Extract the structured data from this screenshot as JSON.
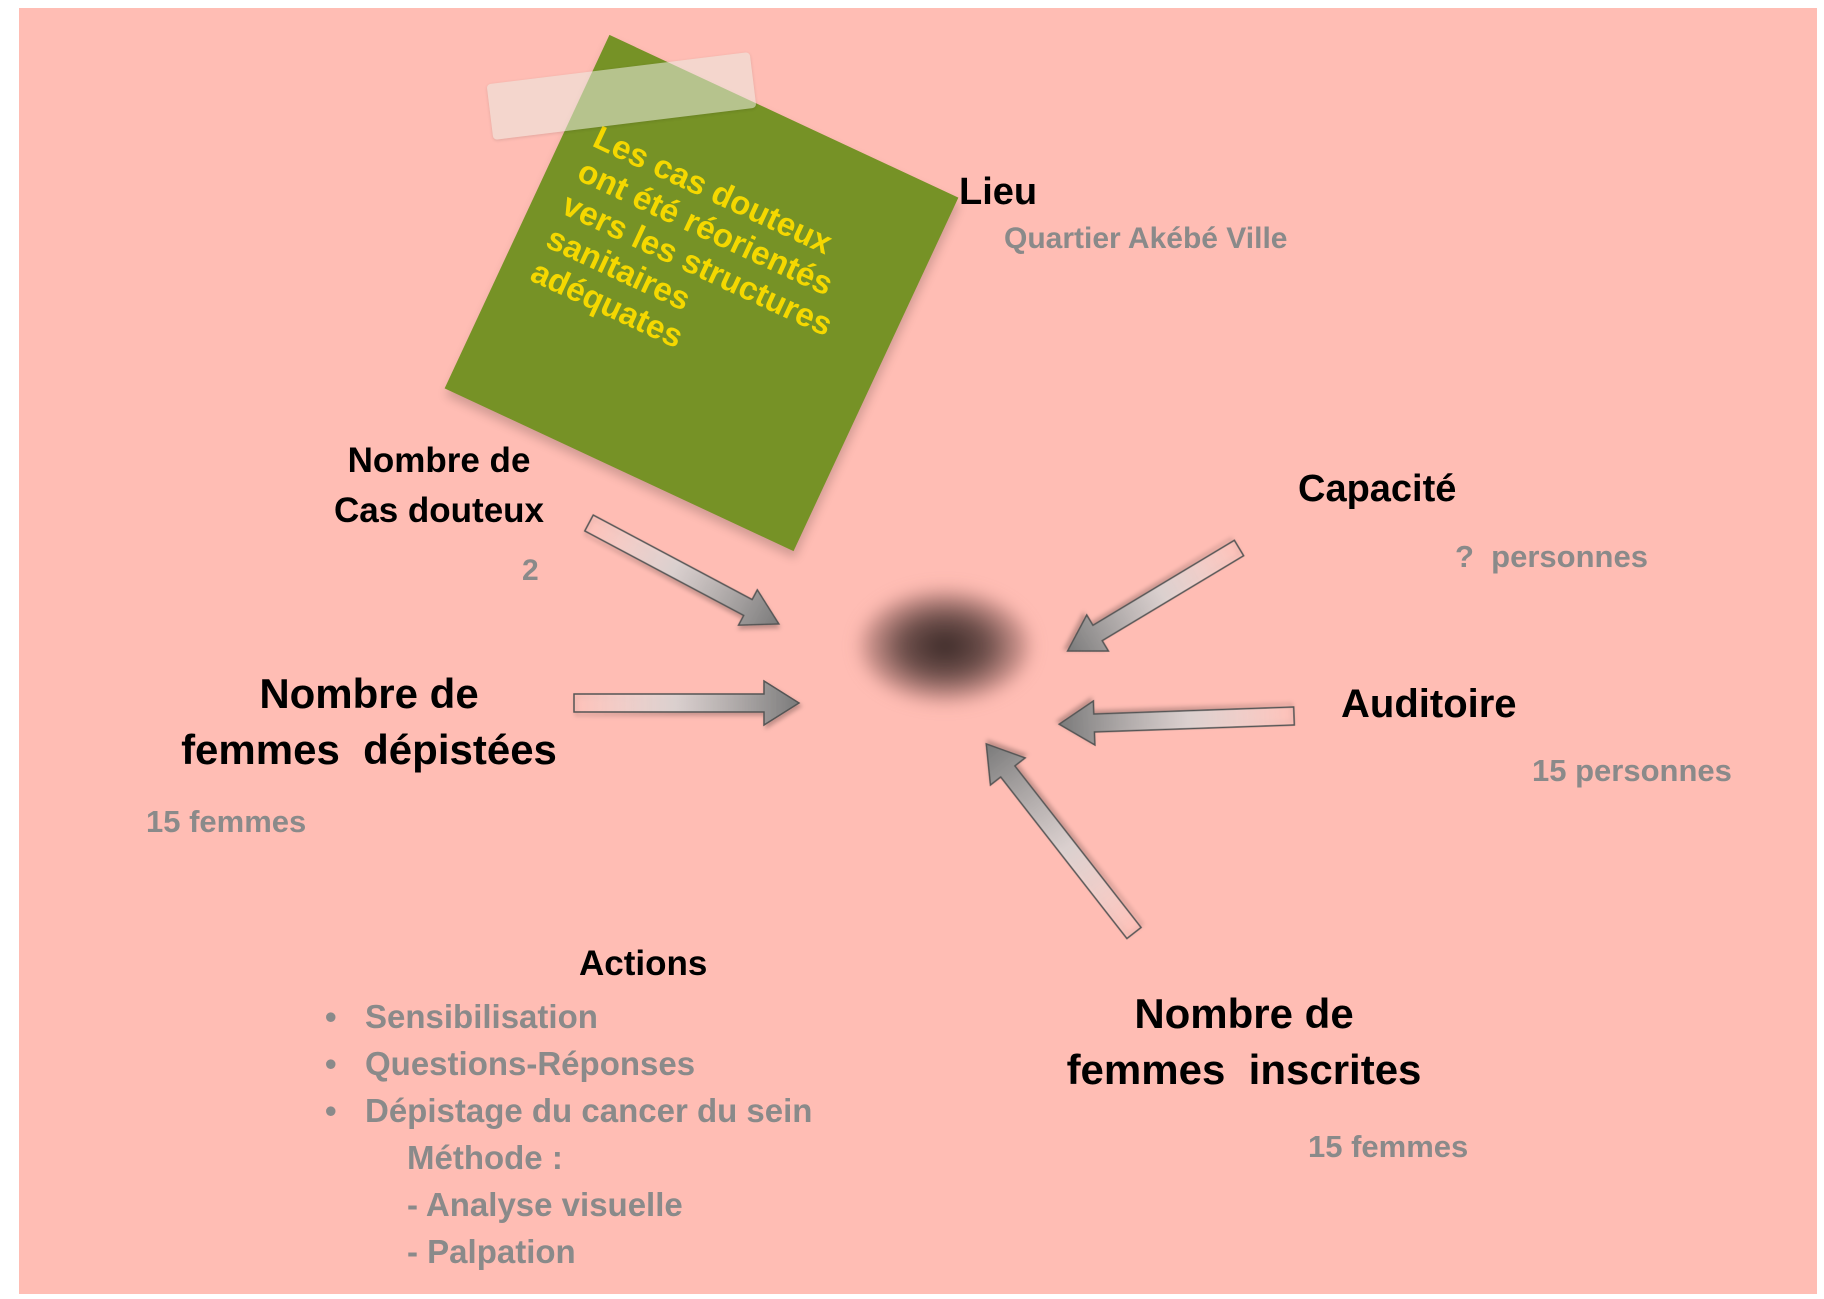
{
  "sticky_note": {
    "text": "Les cas douteux\nont été réorientés\nvers les structures\nsanitaires\nadéquates"
  },
  "nodes": {
    "lieu": {
      "heading": "Lieu",
      "value": "Quartier Akébé Ville"
    },
    "capacite": {
      "heading": "Capacité",
      "value": "?  personnes"
    },
    "auditoire": {
      "heading": "Auditoire",
      "value": "15 personnes"
    },
    "inscrites": {
      "heading_line1": "Nombre de",
      "heading_line2": "femmes  inscrites",
      "value": "15 femmes"
    },
    "depistees": {
      "heading_line1": "Nombre de",
      "heading_line2": "femmes  dépistées",
      "value": "15 femmes"
    },
    "douteux": {
      "heading_line1": "Nombre de",
      "heading_line2": "Cas douteux",
      "value": "2"
    }
  },
  "actions": {
    "heading": "Actions",
    "items": [
      "Sensibilisation",
      "Questions-Réponses",
      "Dépistage du cancer du sein"
    ],
    "bullet": "•",
    "method_label": "Méthode :",
    "methods": [
      "- Analyse visuelle",
      "- Palpation"
    ]
  },
  "colors": {
    "background": "#ffbdb4",
    "sticky": "#769226",
    "sticky_text": "#f5d800",
    "value_text": "#8a8a8a"
  }
}
